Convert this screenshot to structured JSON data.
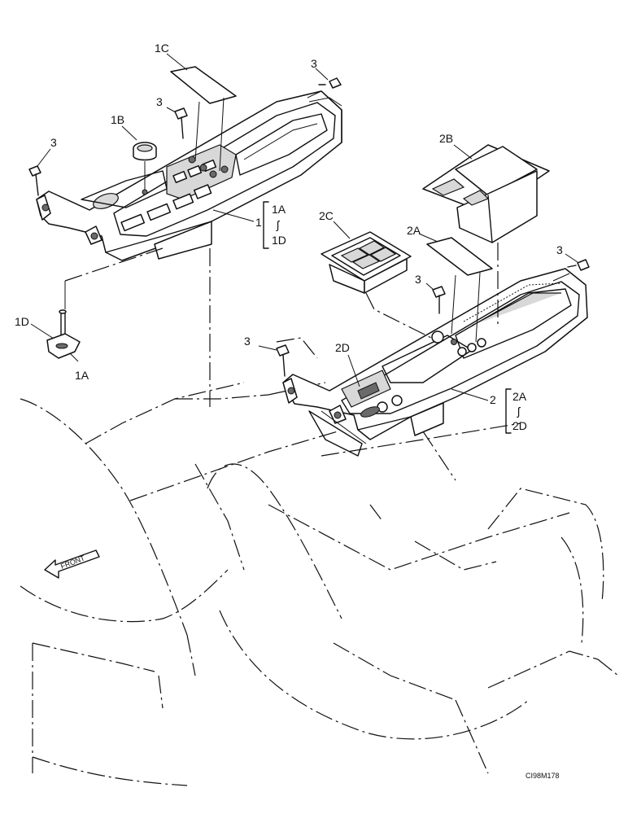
{
  "labels": {
    "l_1C": "1C",
    "l_3_top_right": "3",
    "l_3_mid": "3",
    "l_1B": "1B",
    "l_3_left": "3",
    "l_1": "1",
    "l_1A_range_top": "1A",
    "l_1A_range_sep": "ʃ",
    "l_1D_range_bottom": "1D",
    "l_1D": "1D",
    "l_1A": "1A",
    "l_2B": "2B",
    "l_2C": "2C",
    "l_2A": "2A",
    "l_3_right": "3",
    "l_3_center": "3",
    "l_3_lower": "3",
    "l_2D": "2D",
    "l_2": "2",
    "l_2A_range_top": "2A",
    "l_2A_range_sep": "ʃ",
    "l_2D_range_bottom": "2D",
    "front_arrow": "FRONT",
    "figure_code": "CI98M178"
  }
}
